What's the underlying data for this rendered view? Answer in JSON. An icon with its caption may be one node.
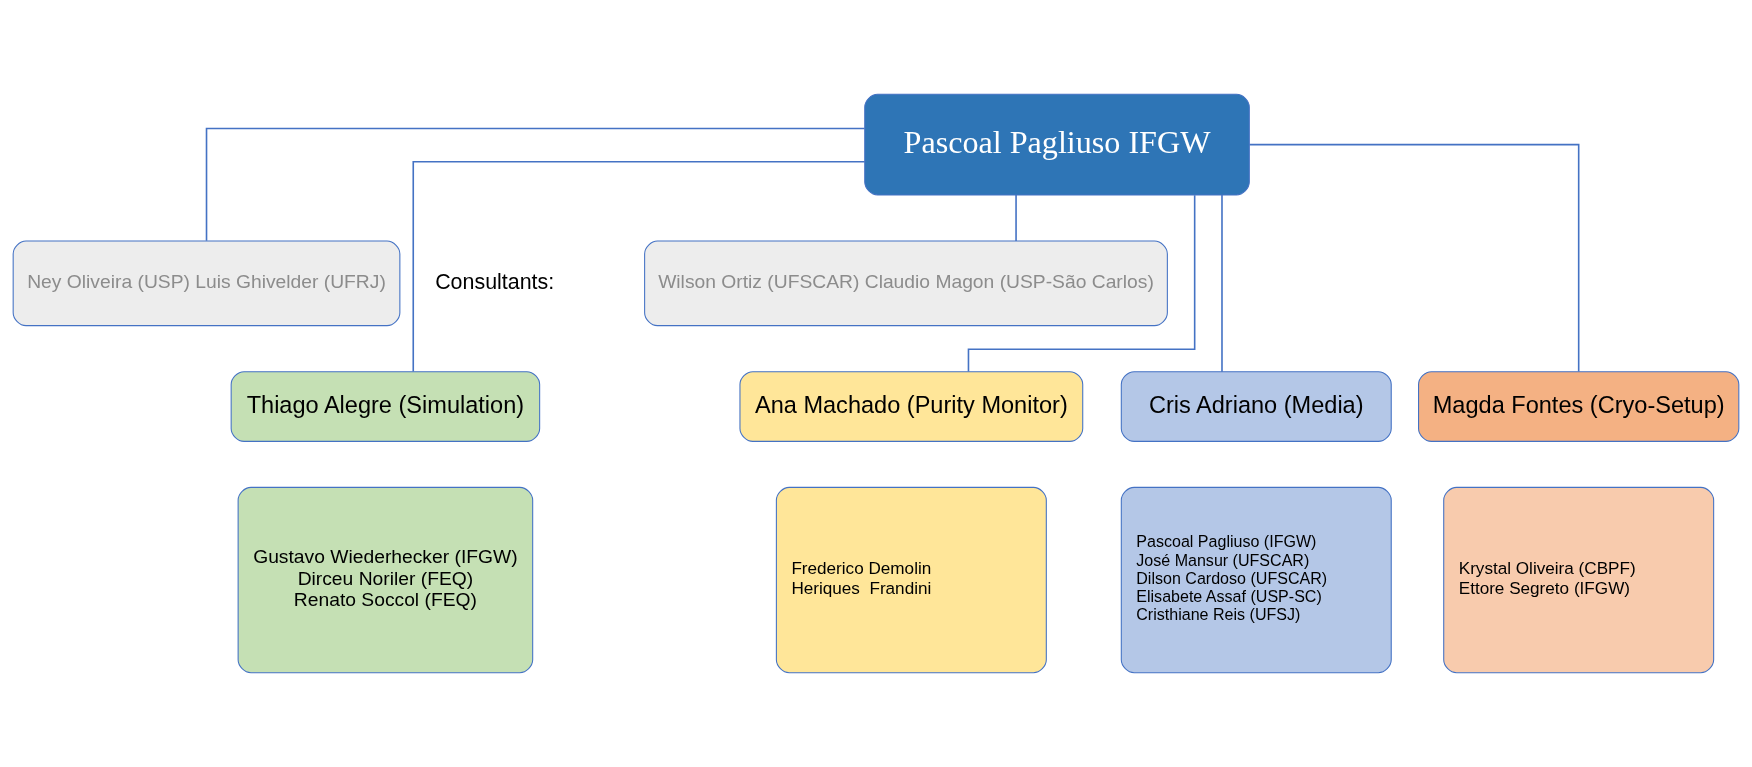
{
  "diagram": {
    "nodes": [
      {
        "text": [
          "Pascoal Pagliuso IFGW"
        ]
      },
      {
        "text": [
          "Ney Oliveira (USP) Luis Ghivelder (UFRJ)"
        ]
      },
      {
        "text": [
          "Wilson Ortiz (UFSCAR) Claudio Magon (USP-São Carlos)"
        ]
      },
      {
        "text": [
          "Thiago Alegre (Simulation)"
        ]
      },
      {
        "text": [
          "Cris Adriano (Media)"
        ]
      },
      {
        "text": [
          "Magda Fontes (Cryo-Setup)"
        ]
      },
      {
        "text": [
          "Ana Machado (Purity Monitor)"
        ]
      },
      {
        "text": [
          "Gustavo Wiederhecker (IFGW)",
          "Dirceu Noriler (FEQ)",
          "Renato Soccol (FEQ)"
        ]
      },
      {
        "text": [
          "Pascoal Pagliuso (IFGW)",
          "José Mansur (UFSCAR)",
          "Dilson Cardoso (UFSCAR)",
          "Elisabete Assaf (USP-SC)",
          "Cristhiane Reis (UFSJ)"
        ]
      },
      {
        "text": [
          "Krystal Oliveira (CBPF)",
          "Ettore Segreto (IFGW)"
        ]
      },
      {
        "text": [
          "Frederico Demolin",
          "Heriques  Frandini"
        ]
      }
    ],
    "edges": [
      {
        "from": 0,
        "to": 1,
        "arrow": "none"
      },
      {
        "from": 0,
        "to": 2,
        "arrow": "none"
      },
      {
        "from": 0,
        "to": 3,
        "arrow": "none"
      },
      {
        "from": 0,
        "to": 4,
        "arrow": "none"
      },
      {
        "from": 0,
        "to": 5,
        "arrow": "none"
      },
      {
        "from": 0,
        "to": 6,
        "arrow": "none"
      }
    ],
    "labels": [
      "Consultants:"
    ]
  }
}
